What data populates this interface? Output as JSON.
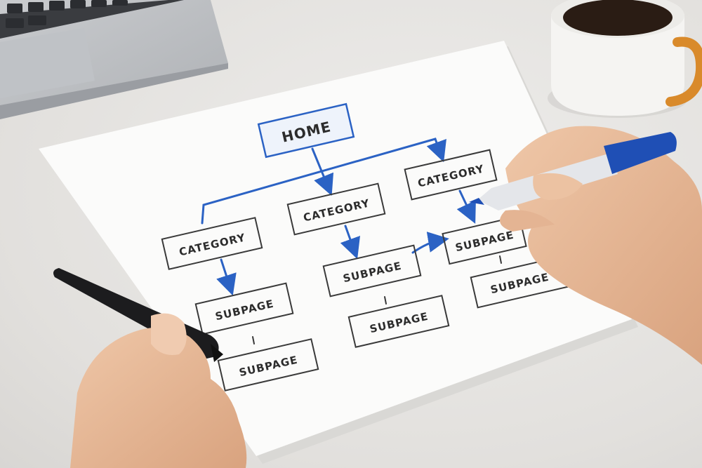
{
  "diagram": {
    "root": "HOME",
    "category_label": "CATEGORY",
    "subpage_label": "SUBPAGE"
  },
  "colors": {
    "marker_blue": "#2b62c4",
    "ink_dark": "#3a3a3a",
    "paper": "#fbfbfa",
    "desk": "#e4e2df",
    "mug_handle": "#d98a2b"
  }
}
